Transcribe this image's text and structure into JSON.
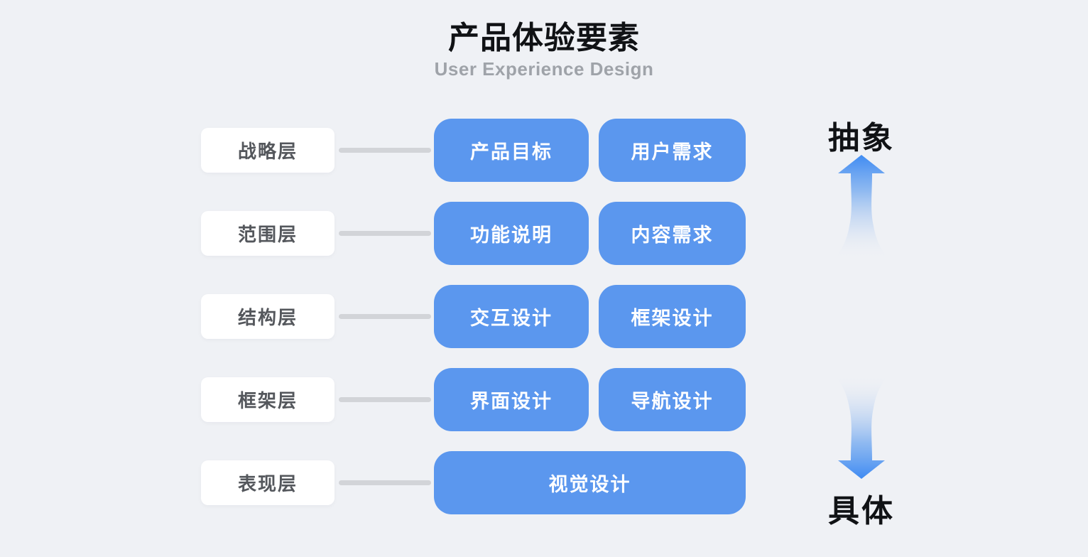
{
  "header": {
    "title": "产品体验要素",
    "subtitle": "User Experience Design"
  },
  "rows": [
    {
      "label": "战略层",
      "items": [
        "产品目标",
        "用户需求"
      ]
    },
    {
      "label": "范围层",
      "items": [
        "功能说明",
        "内容需求"
      ]
    },
    {
      "label": "结构层",
      "items": [
        "交互设计",
        "框架设计"
      ]
    },
    {
      "label": "框架层",
      "items": [
        "界面设计",
        "导航设计"
      ]
    },
    {
      "label": "表现层",
      "items": [
        "视觉设计"
      ]
    }
  ],
  "axis": {
    "top_label": "抽象",
    "bottom_label": "具体"
  },
  "colors": {
    "background": "#EFF1F5",
    "accent_blue": "#5B97EE",
    "arrow_blue": "#4A90F2",
    "connector_gray": "#D2D4D8",
    "label_text": "#54575C",
    "subtitle_gray": "#9FA3A9",
    "title_text": "#101215",
    "box_white": "#FFFFFF"
  }
}
